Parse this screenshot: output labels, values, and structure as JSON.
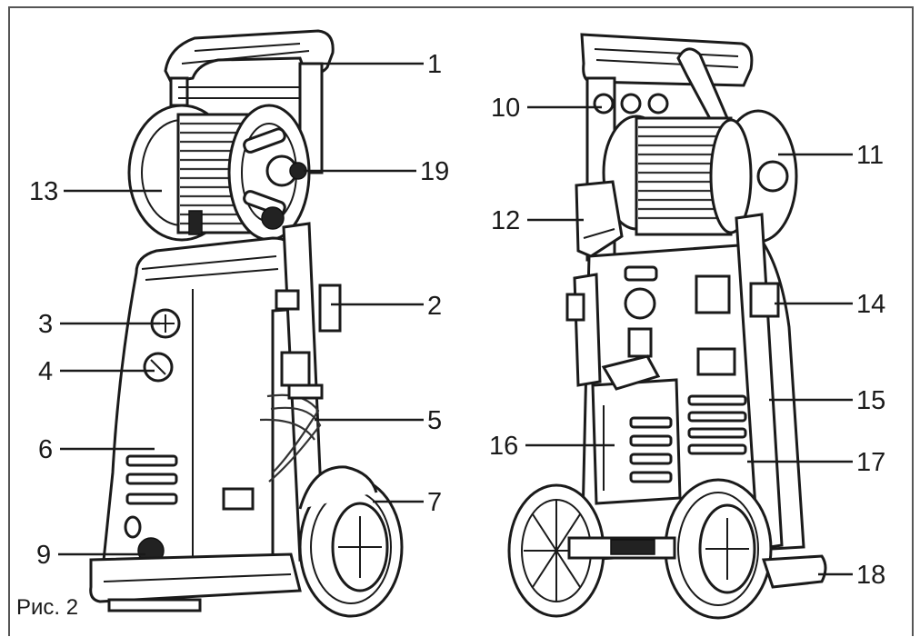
{
  "caption": "Рис. 2",
  "callouts": [
    {
      "num": "1"
    },
    {
      "num": "2"
    },
    {
      "num": "3"
    },
    {
      "num": "4"
    },
    {
      "num": "5"
    },
    {
      "num": "6"
    },
    {
      "num": "7"
    },
    {
      "num": "9"
    },
    {
      "num": "10"
    },
    {
      "num": "11"
    },
    {
      "num": "12"
    },
    {
      "num": "13"
    },
    {
      "num": "14"
    },
    {
      "num": "15"
    },
    {
      "num": "16"
    },
    {
      "num": "17"
    },
    {
      "num": "18"
    },
    {
      "num": "19"
    }
  ],
  "colors": {
    "line": "#1a1a1a",
    "background": "#ffffff",
    "frame": "#555555"
  }
}
